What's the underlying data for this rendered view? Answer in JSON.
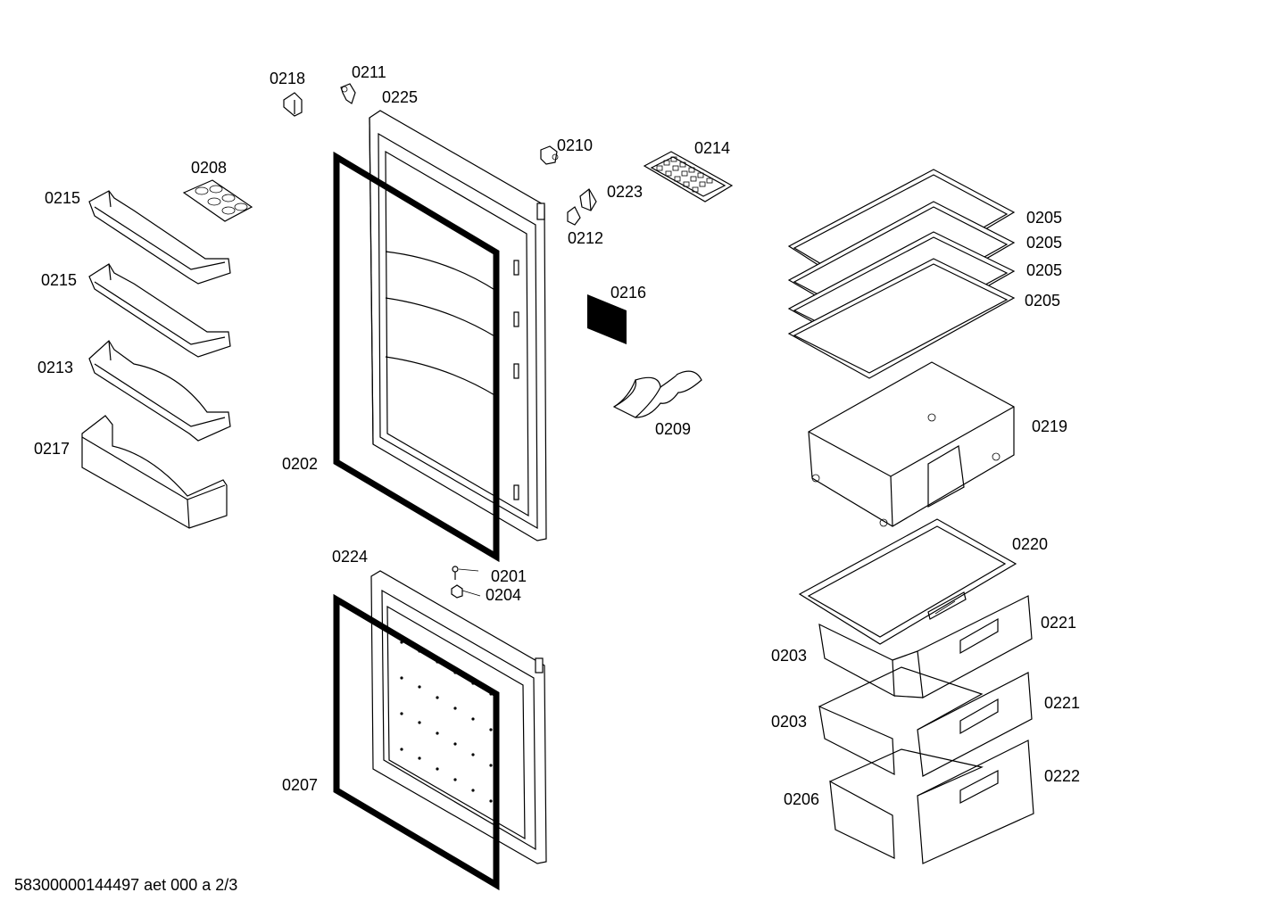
{
  "diagram": {
    "footer": "58300000144497 aet 000 a 2/3",
    "labels": {
      "p0218": "0218",
      "p0211": "0211",
      "p0225": "0225",
      "p0210": "0210",
      "p0214": "0214",
      "p0208": "0208",
      "p0215a": "0215",
      "p0215b": "0215",
      "p0213": "0213",
      "p0217": "0217",
      "p0223": "0223",
      "p0212": "0212",
      "p0216": "0216",
      "p0209": "0209",
      "p0202": "0202",
      "p0224": "0224",
      "p0201": "0201",
      "p0204": "0204",
      "p0207": "0207",
      "p0205a": "0205",
      "p0205b": "0205",
      "p0205c": "0205",
      "p0205d": "0205",
      "p0219": "0219",
      "p0220": "0220",
      "p0221a": "0221",
      "p0221b": "0221",
      "p0222": "0222",
      "p0203a": "0203",
      "p0203b": "0203",
      "p0206": "0206"
    }
  }
}
